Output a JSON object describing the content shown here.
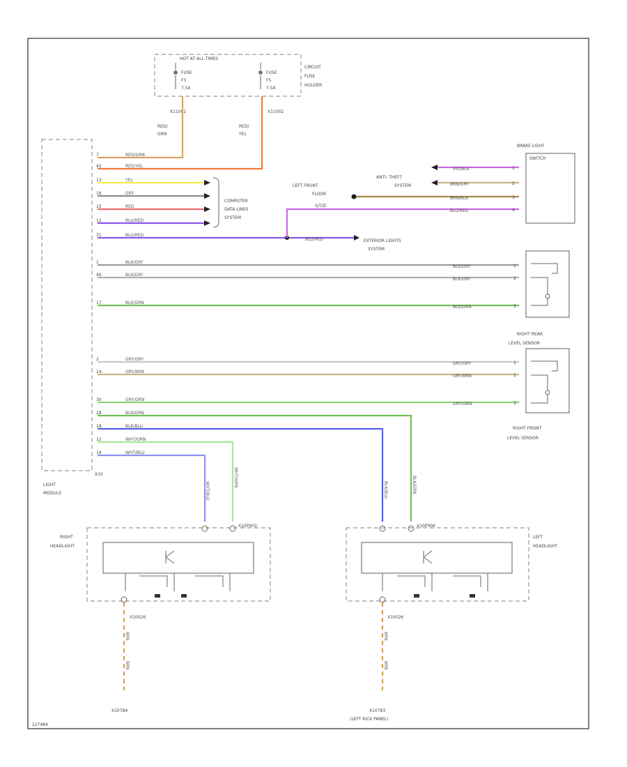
{
  "colors": {
    "orange": "#f07a3a",
    "tan": "#d7a067",
    "yellow": "#f3ea4a",
    "gray": "#8c8c8c",
    "red": "#f06a6a",
    "purple": "#8d55e6",
    "violet": "#cc66e6",
    "green": "#6fbf58",
    "blue": "#5561dd",
    "brown": "#a88a4a"
  },
  "fuse_block": {
    "title": "HOT AT ALL TIMES",
    "holder_label": "CIRCUIT FUSE HOLDER",
    "fuse_left": [
      "FUSE",
      "F3",
      "7.5A"
    ],
    "fuse_right": [
      "FUSE",
      "F5",
      "7.5A"
    ],
    "conn_left": "X11002",
    "conn_right": "X11002",
    "wire_left": [
      "RED/",
      "GRN"
    ],
    "wire_right": [
      "RED/",
      "YEL"
    ]
  },
  "light_module": {
    "label": [
      "LIGHT",
      "MODULE"
    ],
    "connector": "X10",
    "pins": [
      {
        "pin": "7",
        "wire": "RED/GRN"
      },
      {
        "pin": "42",
        "wire": "RED/YEL"
      },
      {
        "pin": "13",
        "wire": "YEL"
      },
      {
        "pin": "16",
        "wire": "GRY"
      },
      {
        "pin": "15",
        "wire": "RED"
      },
      {
        "pin": "11",
        "wire": "BLU/RED"
      },
      {
        "pin": "31",
        "wire": "BLU/RED"
      },
      {
        "pin": "1",
        "wire": "BLK/GRY"
      },
      {
        "pin": "46",
        "wire": "BLK/GRY"
      },
      {
        "pin": "17",
        "wire": "BLK/GRN"
      },
      {
        "pin": "2",
        "wire": "GRY/GRY"
      },
      {
        "pin": "14",
        "wire": "GRY/BRN"
      },
      {
        "pin": "30",
        "wire": "GRY/GRN"
      },
      {
        "pin": "28",
        "wire": "BLK/GRN"
      },
      {
        "pin": "18",
        "wire": "BLK/BLU"
      },
      {
        "pin": "12",
        "wire": "WHT/GRN"
      },
      {
        "pin": "19",
        "wire": "WHT/BLU"
      }
    ]
  },
  "labels": {
    "computer_data_lines": [
      "COMPUTER",
      "DATA LINES",
      "SYSTEM"
    ],
    "exterior_lights": [
      "EXTERIOR LIGHTS",
      "SYSTEM"
    ],
    "exterior_wire": "BLU/RED",
    "left_front_floor": [
      "LEFT FRONT",
      "FLOOR",
      "S/T/D"
    ],
    "anti_theft": [
      "ANTI- THEFT",
      "SYSTEM"
    ],
    "brake_light_switch": [
      "BRAKE LIGHT",
      "SWITCH"
    ],
    "brake_wires": [
      "VIO/BLK",
      "BRN/GRY",
      "BRN/BLK",
      "BLU/RED"
    ],
    "brake_pins": [
      "1",
      "2",
      "3",
      "4"
    ],
    "rear_sensor_label": [
      "RIGHT REAR",
      "LEVEL SENSOR"
    ],
    "front_sensor_label": [
      "RIGHT FRONT",
      "LEVEL SENSOR"
    ],
    "rear_sensor_wires": [
      "BLK/GRY",
      "BLK/GRY",
      "BLK/GRN"
    ],
    "front_sensor_wires": [
      "GRY/GRY",
      "GRY/BRN",
      "GRY/GRN"
    ],
    "sensor_pins": [
      "1",
      "2",
      "3"
    ],
    "right_headlight": [
      "RIGHT",
      "HEADLIGHT"
    ],
    "left_headlight": [
      "LEFT",
      "HEADLIGHT"
    ],
    "right_hl_conn": "X10P003",
    "left_hl_conn": "X10P006",
    "right_hl_wires": [
      "WHT/BLU",
      "WHT/GRN"
    ],
    "left_hl_wires": [
      "BLK/BLU",
      "BLK/GRN"
    ],
    "ground_conn_right": "X10026",
    "ground_conn_left": "X10026",
    "ground_wire": [
      "BRN",
      "BRN"
    ],
    "ground_right": [
      "X10784"
    ],
    "ground_left": [
      "X10783",
      "(LEFT KICK PANEL)"
    ],
    "footer_id": "227984"
  }
}
